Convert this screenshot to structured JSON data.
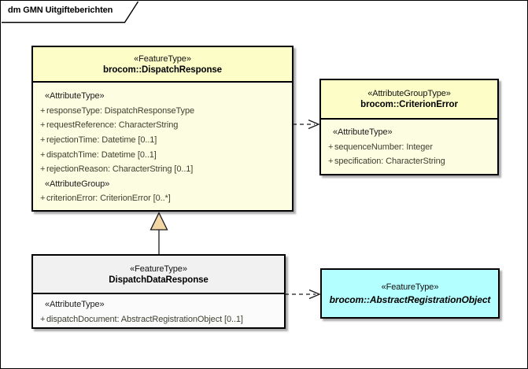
{
  "diagram": {
    "title": "dm GMN Uitgifteberichten"
  },
  "colors": {
    "box_yellow_header": "#fdfdc8",
    "box_yellow_body": "#fdfde2",
    "box_gray_header": "#f1f1f1",
    "box_gray_body": "#fbfbfb",
    "box_cyan": "#b3feff",
    "attribute_text": "#3f3f30",
    "generalization_triangle": "#f2d7a4"
  },
  "boxes": {
    "dispatchResponse": {
      "stereotype": "«FeatureType»",
      "name": "brocom::DispatchResponse",
      "section1_label": "«AttributeType»",
      "attrs1": [
        {
          "v": "+",
          "t": "responseType: DispatchResponseType"
        },
        {
          "v": "+",
          "t": "requestReference: CharacterString"
        },
        {
          "v": "+",
          "t": "rejectionTime: Datetime [0..1]"
        },
        {
          "v": "+",
          "t": "dispatchTime: Datetime [0..1]"
        },
        {
          "v": "+",
          "t": "rejectionReason: CharacterString [0..1]"
        }
      ],
      "section2_label": "«AttributeGroup»",
      "attrs2": [
        {
          "v": "+",
          "t": "criterionError: CriterionError [0..*]"
        }
      ]
    },
    "criterionError": {
      "stereotype": "«AttributeGroupType»",
      "name": "brocom::CriterionError",
      "section_label": "«AttributeType»",
      "attrs": [
        {
          "v": "+",
          "t": "sequenceNumber: Integer"
        },
        {
          "v": "+",
          "t": "specification: CharacterString"
        }
      ]
    },
    "dispatchDataResponse": {
      "stereotype": "«FeatureType»",
      "name": "DispatchDataResponse",
      "section_label": "«AttributeType»",
      "attrs": [
        {
          "v": "+",
          "t": "dispatchDocument: AbstractRegistrationObject [0..1]"
        }
      ]
    },
    "abstractRegistrationObject": {
      "stereotype": "«FeatureType»",
      "name": "brocom::AbstractRegistrationObject"
    }
  }
}
